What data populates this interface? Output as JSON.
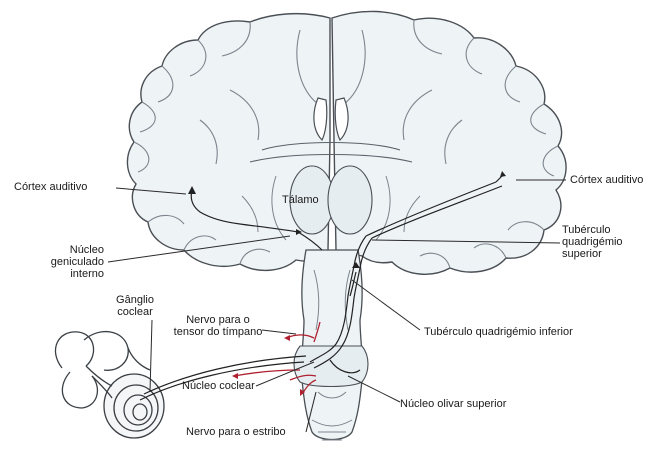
{
  "labels": {
    "cortex_left": "Córtex auditivo",
    "cortex_right": "Córtex auditivo",
    "thalamus": "Tálamo",
    "geniculate": [
      "Núcleo",
      "geniculado",
      "interno"
    ],
    "superior_colliculus": [
      "Tubérculo",
      "quadrigémio",
      "superior"
    ],
    "ganglion": [
      "Gânglio",
      "coclear"
    ],
    "tensor_nerve": [
      "Nervo para o",
      "tensor do tímpano"
    ],
    "inferior_colliculus": "Tubérculo quadrigémio inferior",
    "cochlear_nucleus": "Núcleo coclear",
    "superior_olive": "Núcleo olivar superior",
    "stapes_nerve": "Nervo para o estribo"
  },
  "colors": {
    "brain_fill": "#eef3f6",
    "outline": "#4a4f55",
    "pathway": "#222222",
    "efferent": "#b02030",
    "label_text": "#1a1a1a"
  }
}
